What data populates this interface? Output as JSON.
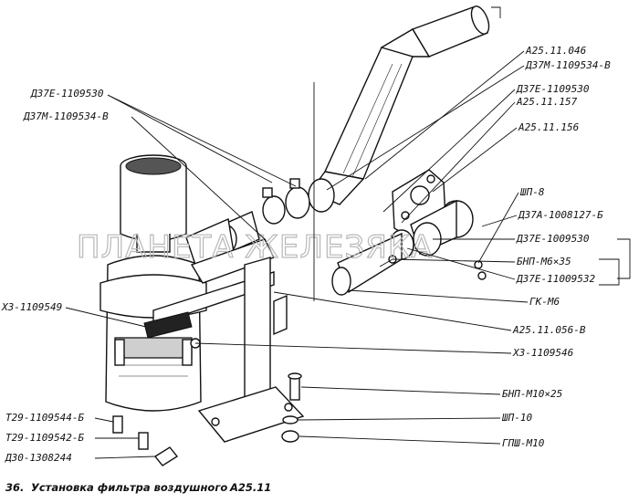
{
  "colors": {
    "ink": "#111111",
    "paper": "#ffffff",
    "watermark": "#b8b8b8"
  },
  "watermark": "ПЛАНЕТА ЖЕЛЕЗЯКА",
  "caption": {
    "number": "36.",
    "text": "Установка фильтра воздушного",
    "model": "А25.11"
  },
  "callouts": {
    "d37e_1109530_left": "Д37Е-1109530",
    "d37m_1109534_v_left": "Д37М-1109534-В",
    "x3_1109549": "Х3-1109549",
    "t29_1109544_b": "Т29-1109544-Б",
    "t29_1109542_b": "Т29-1109542-Б",
    "d30_1308244": "Д30-1308244",
    "a25_11_046": "А25.11.046",
    "d37m_1109534_v_right": "Д37М-1109534-В",
    "d37e_1109530_right": "Д37Е-1109530",
    "a25_11_157": "А25.11.157",
    "a25_11_156": "А25.11.156",
    "shp_8": "ШП-8",
    "d37a_1008127_b": "Д37А-1008127-Б",
    "d37e_1009530": "Д37Е-1009530",
    "bnp_m6x35": "БНП-М6×35",
    "d37e_11009532": "Д37Е-11009532",
    "gk_m6": "ГК-М6",
    "a25_11_056_v": "А25.11.056-В",
    "x3_1109546": "Х3-1109546",
    "bnp_m10x25": "БНП-М10×25",
    "shp_10": "ШП-10",
    "gpsh_m10": "ГПШ-М10"
  }
}
